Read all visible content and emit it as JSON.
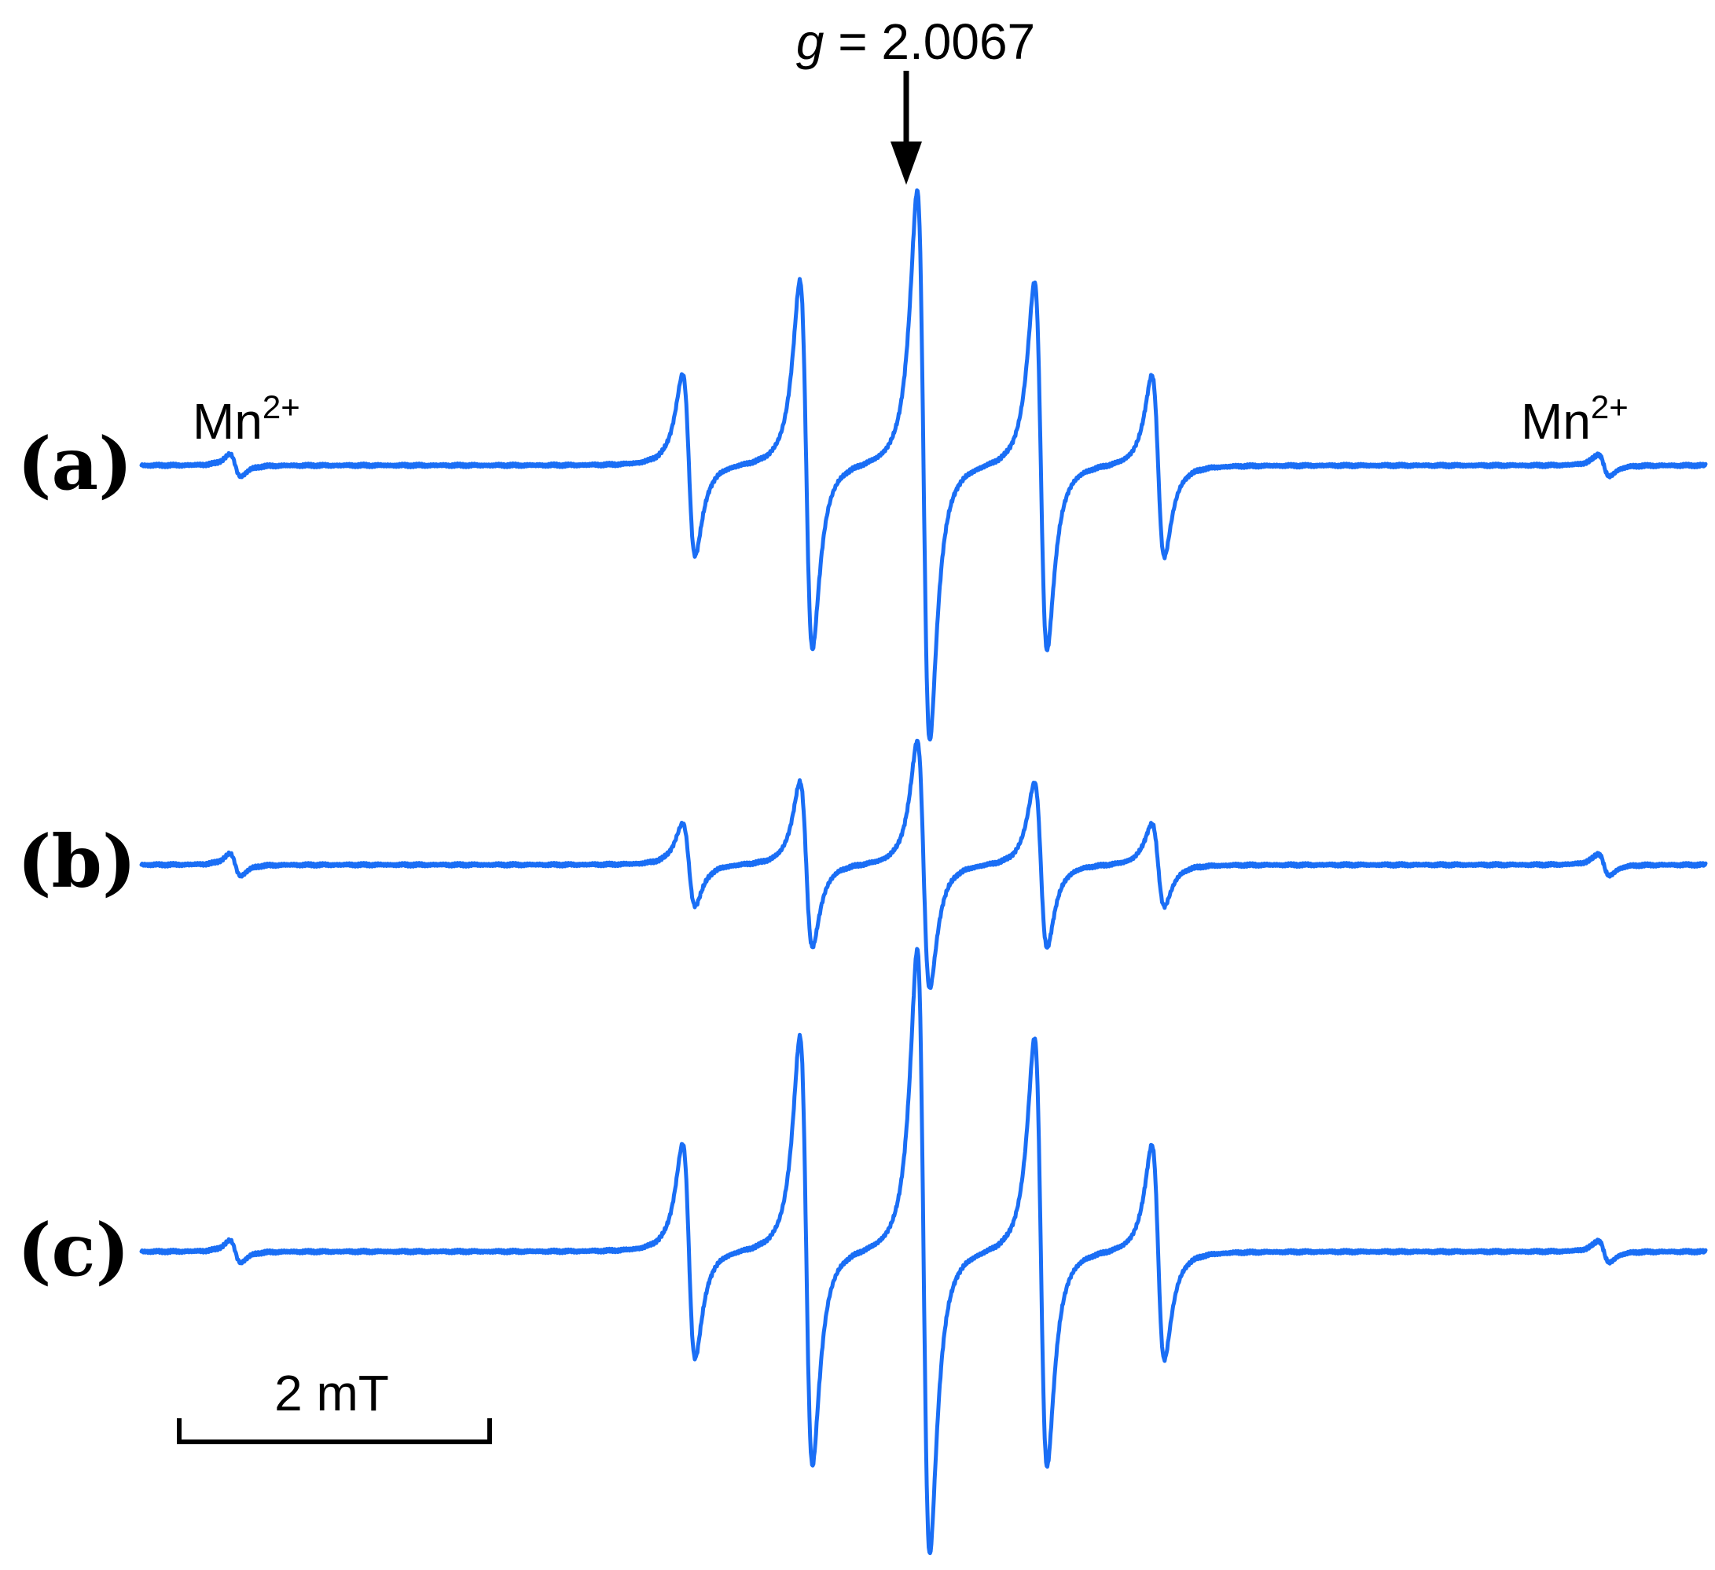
{
  "chart_data": {
    "type": "line",
    "spectrum_type": "derivative EPR (first derivative)",
    "line_color": "#1a6ef5",
    "marker": {
      "label_symbol": "g",
      "label_value": " = 2.0067"
    },
    "reference_lines": [
      {
        "label": "Mn",
        "superscript": "2+"
      },
      {
        "label": "Mn",
        "superscript": "2+"
      }
    ],
    "scale_bar": {
      "label": "2 mT",
      "length_mT": 2
    },
    "x_unit": "mT",
    "field_range_mT": [
      -5.0,
      5.0
    ],
    "mn_positions_mT": [
      -4.4,
      4.35
    ],
    "hyperfine_line_positions_mT": [
      -1.5,
      -0.75,
      0.0,
      0.75,
      1.5
    ],
    "series": [
      {
        "name": "(a)",
        "amplitudes_rel": [
          0.33,
          0.67,
          1.0,
          0.67,
          0.33
        ],
        "mn_amp_rel": 0.04
      },
      {
        "name": "(b)",
        "amplitudes_rel": [
          0.15,
          0.3,
          0.45,
          0.3,
          0.15
        ],
        "mn_amp_rel": 0.04
      },
      {
        "name": "(c)",
        "amplitudes_rel": [
          0.39,
          0.78,
          1.1,
          0.78,
          0.39
        ],
        "mn_amp_rel": 0.04
      }
    ]
  }
}
